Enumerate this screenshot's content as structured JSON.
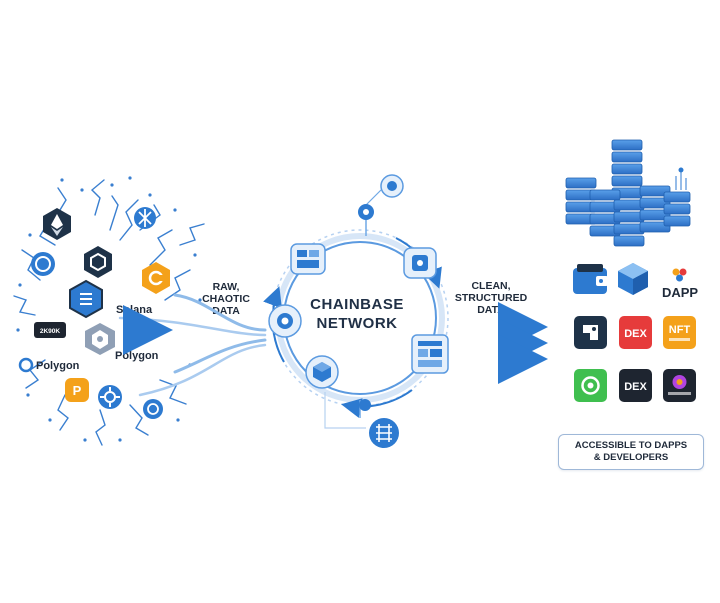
{
  "left": {
    "caption_lines": [
      "RAW,",
      "CHAOTIC",
      "DATA"
    ],
    "chain_labels": {
      "solana": "Solana",
      "polygon_a": "Polygon",
      "polygon_b": "Polygon",
      "badge_text": "2K90K"
    }
  },
  "center": {
    "title_lines": [
      "CHAINBASE",
      "NETWORK"
    ]
  },
  "right": {
    "caption_lines": [
      "CLEAN,",
      "STRUCTURED",
      "DATA"
    ],
    "dapp_label": "DAPP",
    "tiles": {
      "dex_red": "DEX",
      "nft": "NFT",
      "dex_black": "DEX"
    },
    "access_box_lines": [
      "ACCESSIBLE TO DAPPS",
      "& DEVELOPERS"
    ]
  },
  "colors": {
    "primary_blue": "#2d7ad0",
    "light_blue": "#6fa8e6",
    "orange": "#f4a11a",
    "dark_navy": "#1e3248",
    "red": "#e63b3b",
    "green": "#3fbf4f"
  }
}
